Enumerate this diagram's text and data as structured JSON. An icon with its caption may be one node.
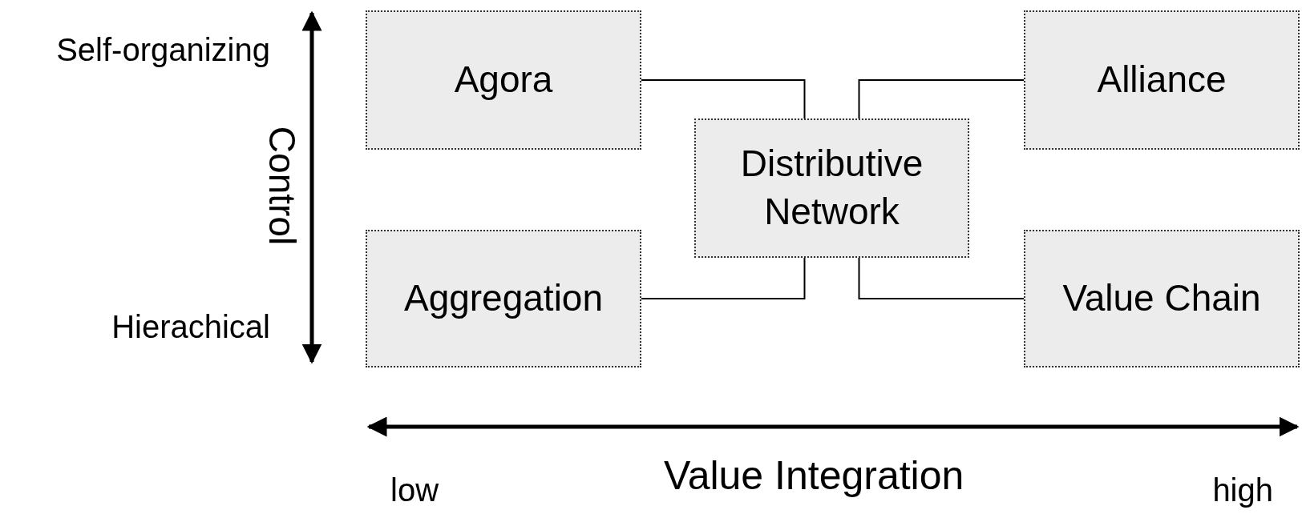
{
  "diagram": {
    "nodes": [
      {
        "text": [
          "Agora"
        ]
      },
      {
        "text": [
          "Alliance"
        ]
      },
      {
        "text": [
          "Distributive Network"
        ]
      },
      {
        "text": [
          "Aggregation"
        ]
      },
      {
        "text": [
          "Value Chain"
        ]
      }
    ],
    "edges": [
      {
        "from": 0,
        "to": 2,
        "arrow": "none"
      },
      {
        "from": 1,
        "to": 2,
        "arrow": "none"
      },
      {
        "from": 3,
        "to": 2,
        "arrow": "none"
      },
      {
        "from": 4,
        "to": 2,
        "arrow": "none"
      }
    ],
    "labels": [
      "Self-organizing",
      "Control",
      "Hierachical",
      "low",
      "Value Integration",
      "high"
    ]
  }
}
